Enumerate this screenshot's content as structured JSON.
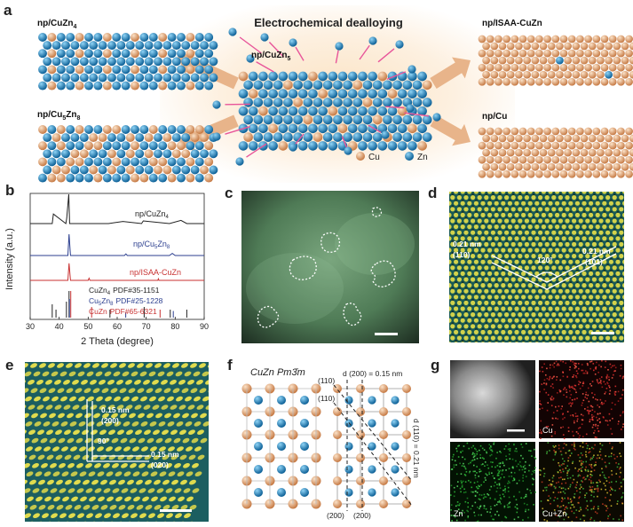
{
  "panel_a": {
    "letter": "a",
    "title": "Electrochemical dealloying",
    "center_label": "np/CuZn",
    "center_sub": "5",
    "top_left_label": "np/CuZn",
    "top_left_sub": "4",
    "bottom_left_label": "np/Cu",
    "bottom_left_sub1": "5",
    "bottom_left_mid": "Zn",
    "bottom_left_sub2": "8",
    "top_right_label": "np/ISAA-CuZn",
    "bottom_right_label": "np/Cu",
    "legend_cu": "Cu",
    "legend_zn": "Zn",
    "colors": {
      "cu": "#e0a878",
      "zn": "#1f8fc8",
      "arrow": "#e8b48a",
      "bg": "#fbe6cc",
      "ejected": "#e8559a"
    }
  },
  "panel_b": {
    "letter": "b",
    "chart_data": {
      "type": "line",
      "xlabel": "2 Theta (degree)",
      "ylabel": "Intensity (a.u.)",
      "xlim": [
        30,
        90
      ],
      "xticks": [
        30,
        40,
        50,
        60,
        70,
        80,
        90
      ],
      "series": [
        {
          "name": "np/CuZn",
          "name_sub": "4",
          "color": "#222222",
          "x": [
            30,
            37.6,
            38,
            42.3,
            42.6,
            43.3,
            43.6,
            57,
            62,
            68.4,
            69,
            78,
            82,
            84,
            90
          ],
          "y": [
            0,
            0,
            18,
            0,
            10,
            55,
            0,
            0,
            4,
            0,
            5,
            0,
            6,
            0,
            0
          ]
        },
        {
          "name": "np/Cu",
          "name_sub1": "5",
          "name_mid": "Zn",
          "name_sub2": "8",
          "color": "#2c3f8f",
          "x": [
            30,
            43.0,
            43.4,
            43.9,
            50,
            62.5,
            63,
            63.5,
            78,
            79,
            80,
            90
          ],
          "y": [
            0,
            0,
            40,
            0,
            0,
            0,
            3,
            0,
            0,
            4,
            0,
            0
          ]
        },
        {
          "name": "np/ISAA-CuZn",
          "color": "#c83232",
          "x": [
            30,
            43.0,
            43.4,
            43.9,
            50,
            50.3,
            50.6,
            74,
            74.2,
            74.4,
            90
          ],
          "y": [
            0,
            0,
            32,
            0,
            0,
            4,
            0,
            0,
            3,
            0,
            0
          ]
        }
      ],
      "references": [
        {
          "label": "CuZn",
          "label_sub": "4",
          "pdf": "PDF#35-1151",
          "color": "#222222",
          "positions": [
            37.6,
            38.9,
            42.5,
            43.4,
            57.5,
            69.3,
            78.3,
            84
          ],
          "heights": [
            0.5,
            0.3,
            0.6,
            1,
            0.3,
            0.4,
            0.3,
            0.3
          ]
        },
        {
          "label": "Cu",
          "label_sub1": "5",
          "label_mid": "Zn",
          "label_sub2": "8",
          "pdf": "PDF#25-1228",
          "color": "#2c3f8f",
          "positions": [
            43.3,
            62.7,
            79.1
          ],
          "heights": [
            0.7,
            0.2,
            0.25
          ]
        },
        {
          "label": "CuZn",
          "pdf": "PDF#65-6321",
          "color": "#c83232",
          "positions": [
            43.5,
            50.7,
            74.3
          ],
          "heights": [
            1,
            0.4,
            0.3
          ]
        }
      ]
    }
  },
  "panel_c": {
    "letter": "c"
  },
  "panel_d": {
    "letter": "d",
    "left_spacing": "0.21 nm",
    "left_plane": "(110)",
    "angle": "120°",
    "right_spacing": "0.21 nm",
    "right_plane": "(101)"
  },
  "panel_e": {
    "letter": "e",
    "top_spacing": "0.15 nm",
    "top_plane": "(200)",
    "angle": "90°",
    "bottom_spacing": "0.15 nm",
    "bottom_plane": "(020)"
  },
  "panel_f": {
    "letter": "f",
    "title": "CuZn Pm3̄m",
    "d200": "d (200) = 0.15 nm",
    "d110": "d (110) = 0.21 nm",
    "plane_110_a": "(110)",
    "plane_110_b": "(110)",
    "plane_200_a": "(200)",
    "plane_200_b": "(200)"
  },
  "panel_g": {
    "letter": "g",
    "cu_label": "Cu",
    "zn_label": "Zn",
    "merge_label": "Cu+Zn"
  }
}
